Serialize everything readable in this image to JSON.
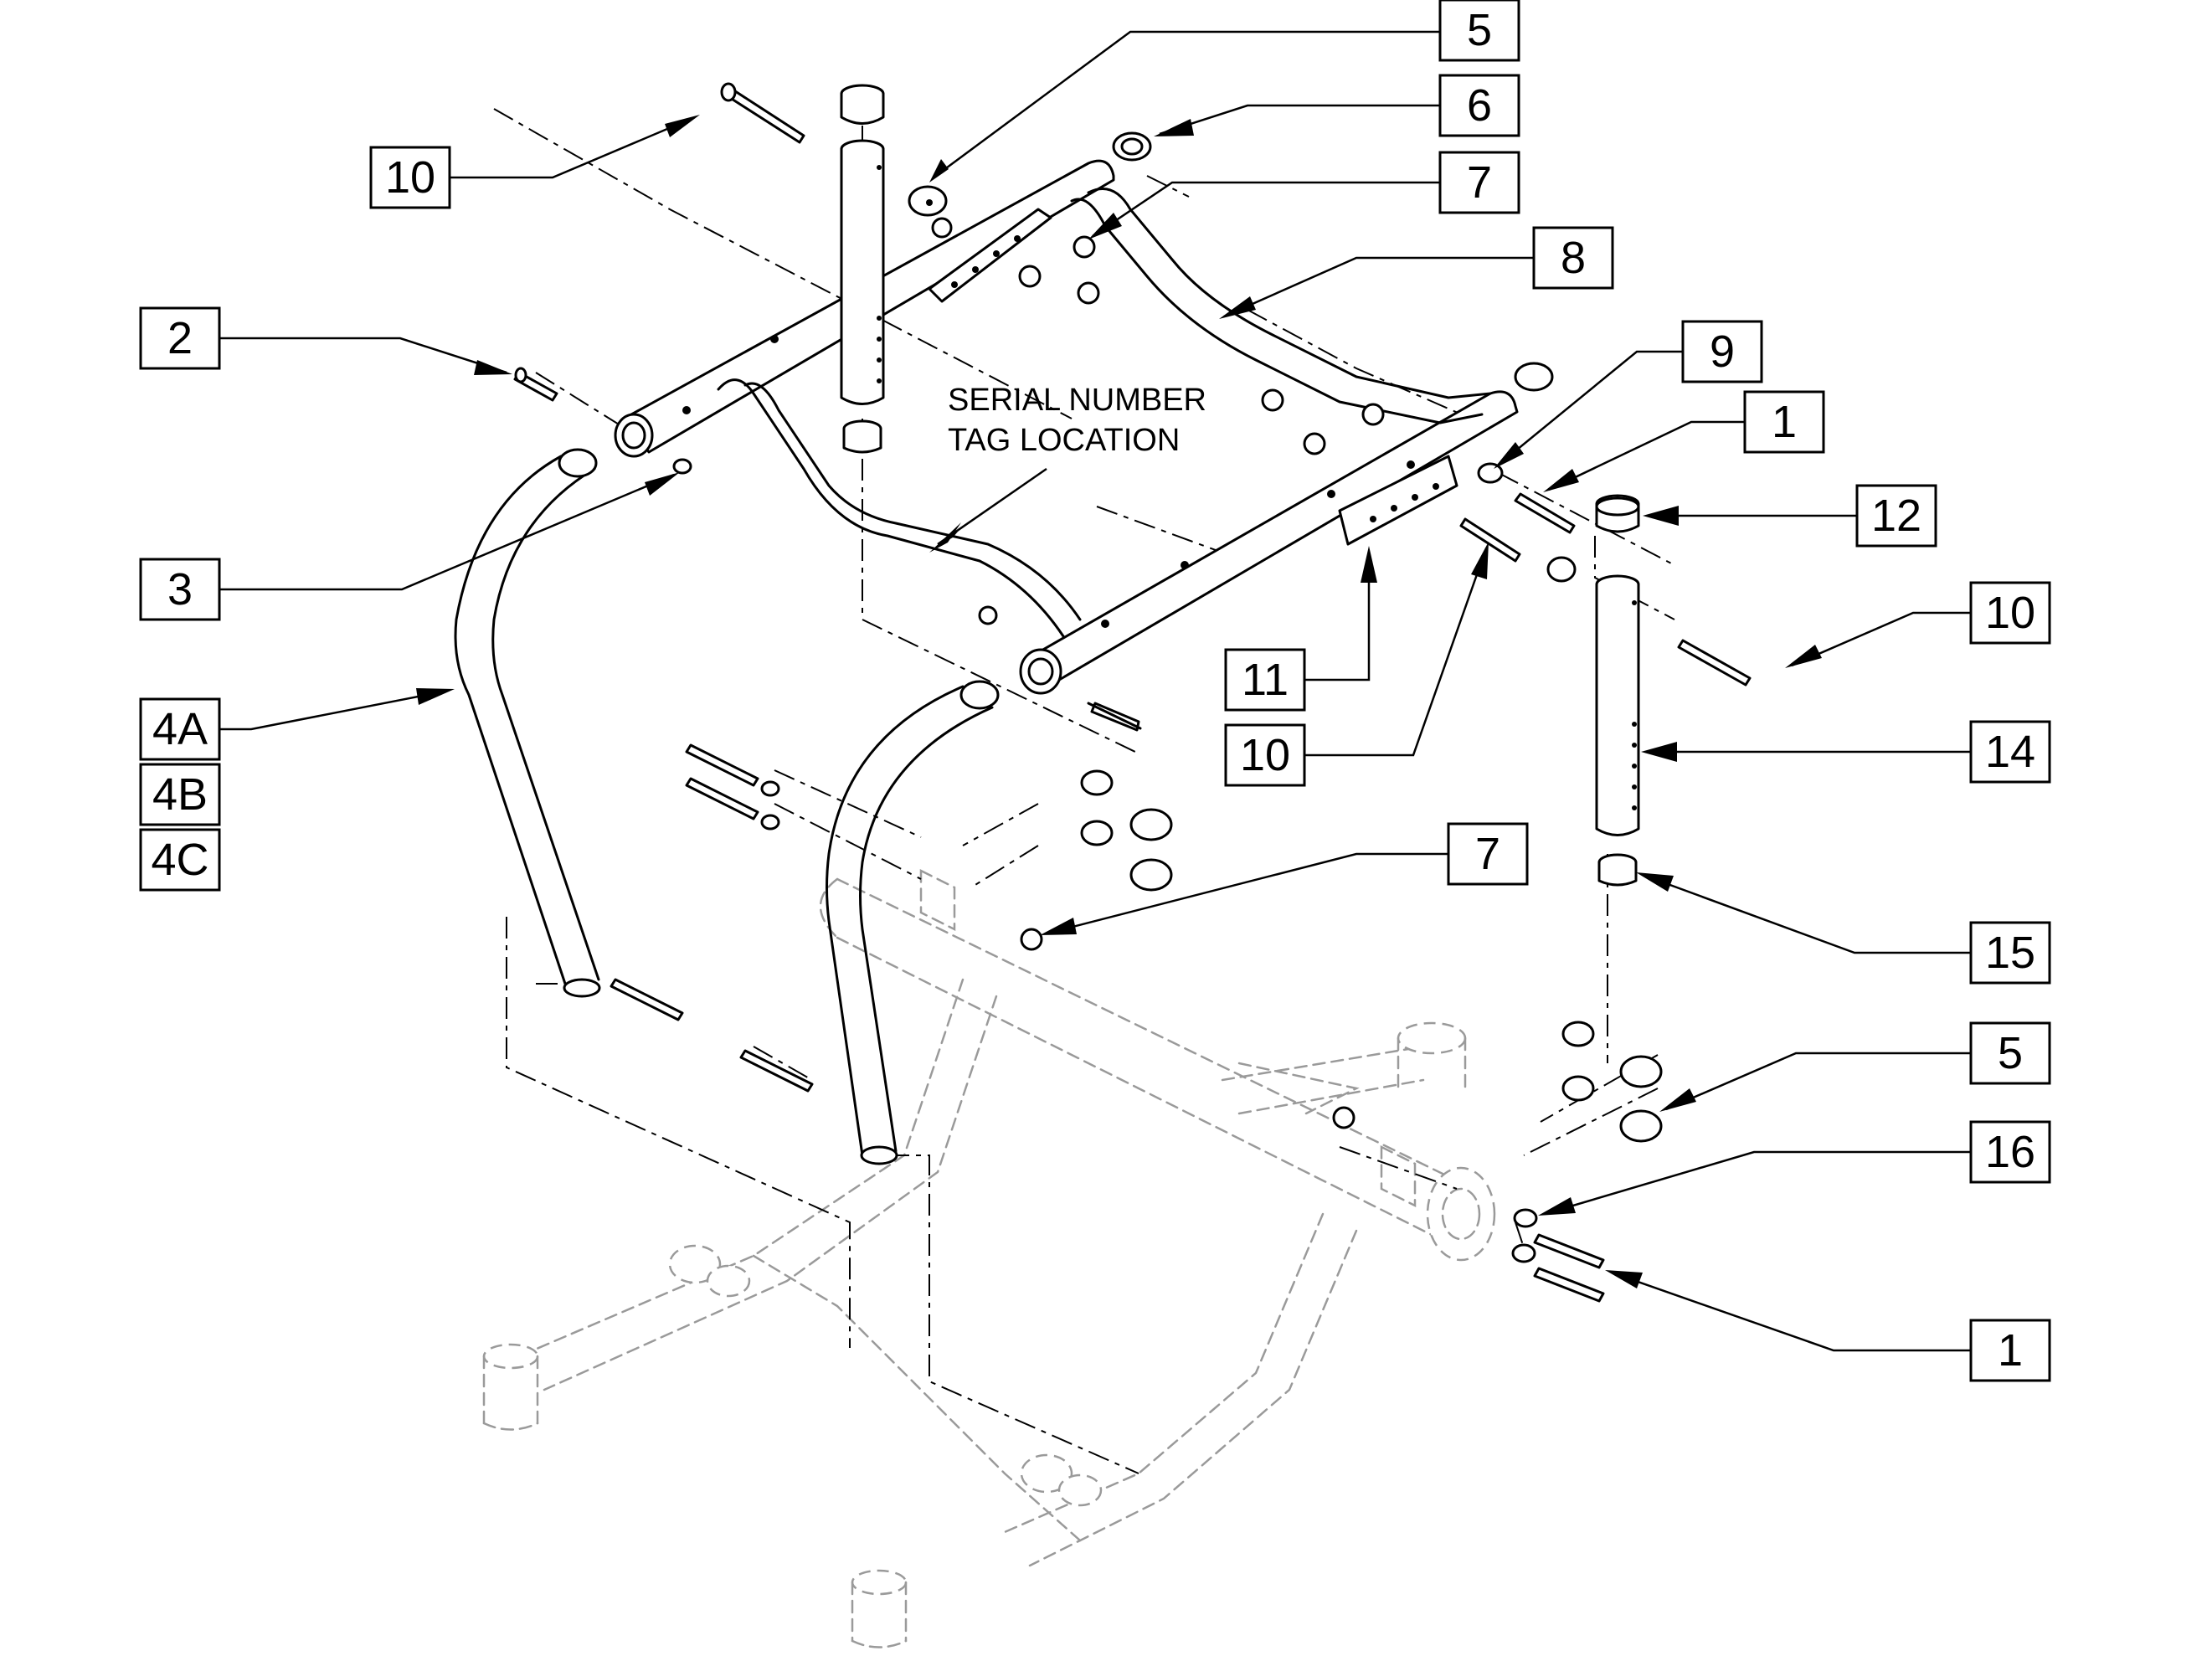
{
  "note": {
    "line1": "SERIAL NUMBER",
    "line2": "TAG LOCATION"
  },
  "callouts": [
    {
      "label": "5"
    },
    {
      "label": "6"
    },
    {
      "label": "10"
    },
    {
      "label": "7"
    },
    {
      "label": "8"
    },
    {
      "label": "2"
    },
    {
      "label": "9"
    },
    {
      "label": "1"
    },
    {
      "label": "12"
    },
    {
      "label": "3"
    },
    {
      "label": "10"
    },
    {
      "label": "11"
    },
    {
      "label": "14"
    },
    {
      "label": "10"
    },
    {
      "label": "4A"
    },
    {
      "label": "4B"
    },
    {
      "label": "4C"
    },
    {
      "label": "7"
    },
    {
      "label": "15"
    },
    {
      "label": "5"
    },
    {
      "label": "16"
    },
    {
      "label": "1"
    }
  ]
}
